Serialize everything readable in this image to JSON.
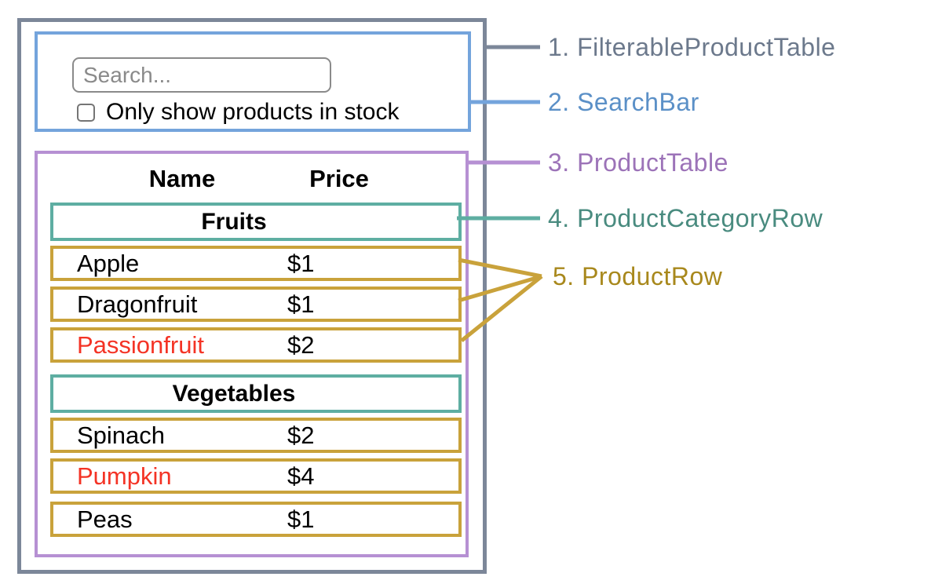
{
  "diagram": {
    "title_hint": "FilterableProductTable component hierarchy",
    "search": {
      "placeholder": "Search...",
      "checkbox_checked": false,
      "checkbox_label": "Only show products in stock"
    },
    "table": {
      "headers": {
        "name": "Name",
        "price": "Price"
      },
      "sections": [
        {
          "category": "Fruits",
          "rows": [
            {
              "name": "Apple",
              "price": "$1",
              "out_of_stock": false
            },
            {
              "name": "Dragonfruit",
              "price": "$1",
              "out_of_stock": false
            },
            {
              "name": "Passionfruit",
              "price": "$2",
              "out_of_stock": true
            }
          ]
        },
        {
          "category": "Vegetables",
          "rows": [
            {
              "name": "Spinach",
              "price": "$2",
              "out_of_stock": false
            },
            {
              "name": "Pumpkin",
              "price": "$4",
              "out_of_stock": true
            },
            {
              "name": "Peas",
              "price": "$1",
              "out_of_stock": false
            }
          ]
        }
      ]
    },
    "legend": [
      {
        "label": "1. FilterableProductTable",
        "color": "#6C798C"
      },
      {
        "label": "2. SearchBar",
        "color": "#5B90C7"
      },
      {
        "label": "3. ProductTable",
        "color": "#9C73B8"
      },
      {
        "label": "4. ProductCategoryRow",
        "color": "#498B7F"
      },
      {
        "label": "5. ProductRow",
        "color": "#A8881C"
      }
    ],
    "colors": {
      "filterable_product_table_border": "#7C8799",
      "search_bar_border": "#74A4DC",
      "product_table_border": "#B690D3",
      "product_category_row_border": "#5EAEA2",
      "product_row_border": "#C9A23B",
      "out_of_stock_text": "#F43325",
      "input_border": "#8A8A8A"
    }
  }
}
